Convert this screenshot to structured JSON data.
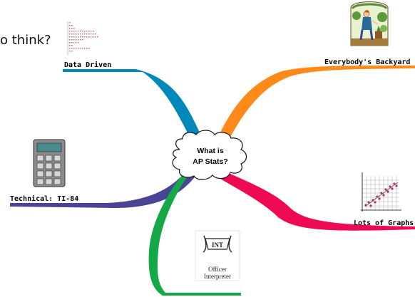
{
  "question_fragment": "o think?",
  "center": {
    "line1": "What is",
    "line2": "AP Stats?"
  },
  "branches": {
    "data_driven": {
      "label": "Data Driven",
      "color": "#0088bb"
    },
    "backyard": {
      "label": "Everybody's Backyard",
      "color": "#ff8a1a"
    },
    "technical": {
      "label": "Technical:  TI-84",
      "color": "#4a4494"
    },
    "graphs": {
      "label": "Lots of Graphs",
      "color": "#ee0a52"
    },
    "interpreter": {
      "label_line1": "Officer",
      "label_line2": "Interpreter",
      "logo_text": "INT",
      "color": "#14a846"
    }
  },
  "icons": {
    "stemplot": "stem-and-leaf-plot-icon",
    "gardener": "gardener-icon",
    "calculator": "calculator-icon",
    "scatterplot": "scatterplot-icon",
    "interpreter": "interpreter-badge-icon"
  }
}
